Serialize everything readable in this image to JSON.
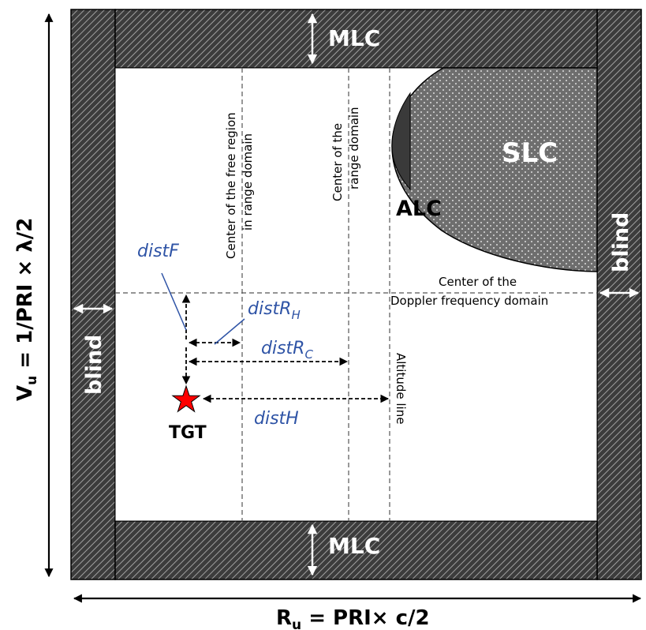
{
  "regions": {
    "mlc_top": "MLC",
    "mlc_bottom": "MLC",
    "slc": "SLC",
    "alc": "ALC",
    "blind_left": "blind",
    "blind_right": "blind"
  },
  "reference_lines": {
    "free_region_center": [
      "Center of the free region",
      "in range domain"
    ],
    "range_center": [
      "Center of the",
      "range domain"
    ],
    "altitude": "Altitude line",
    "doppler_center": [
      "Center of the",
      "Doppler frequency domain"
    ]
  },
  "distances": {
    "distF": "distF",
    "distRH_base": "distR",
    "distRH_sub": "H",
    "distRC_base": "distR",
    "distRC_sub": "C",
    "distH": "distH"
  },
  "target": {
    "label": "TGT",
    "color": "#ff0000"
  },
  "axes": {
    "vertical": {
      "base": "V",
      "sub": "u",
      "rest": " = 1/PRI × λ/2"
    },
    "horizontal": {
      "base": "R",
      "sub": "u",
      "rest": " = PRI× c/2"
    }
  },
  "colors": {
    "clutter_dark": "#404040",
    "hatch_line": "#9a9a9a",
    "slc_fill": "#6e6e6e",
    "alc_fill": "#3a3a3a",
    "label_blue": "#2f54a6"
  }
}
